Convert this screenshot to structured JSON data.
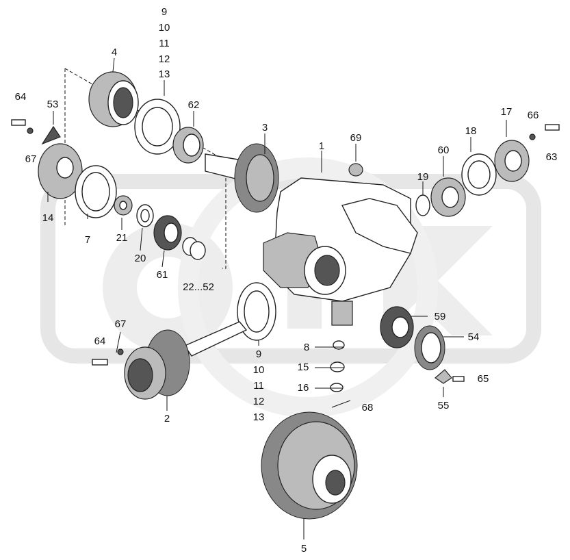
{
  "diagram": {
    "watermark_colors": {
      "light": "#e6e6e6",
      "mid": "#d2d2d2"
    },
    "labels": {
      "p9a": "9",
      "p10a": "10",
      "p11a": "11",
      "p12a": "12",
      "p13a": "13",
      "p4": "4",
      "p64a": "64",
      "p53": "53",
      "p67a": "67",
      "p14": "14",
      "p7": "7",
      "p21": "21",
      "p20": "20",
      "p61": "61",
      "p2252": "22...52",
      "p62": "62",
      "p3": "3",
      "p1": "1",
      "p69": "69",
      "p19": "19",
      "p60": "60",
      "p18": "18",
      "p17": "17",
      "p66": "66",
      "p63": "63",
      "p59": "59",
      "p54": "54",
      "p65": "65",
      "p55": "55",
      "p8": "8",
      "p15": "15",
      "p16": "16",
      "p68": "68",
      "p9b": "9",
      "p10b": "10",
      "p11b": "11",
      "p12b": "12",
      "p13b": "13",
      "p2": "2",
      "p5": "5",
      "p64b": "64",
      "p67b": "67"
    }
  }
}
